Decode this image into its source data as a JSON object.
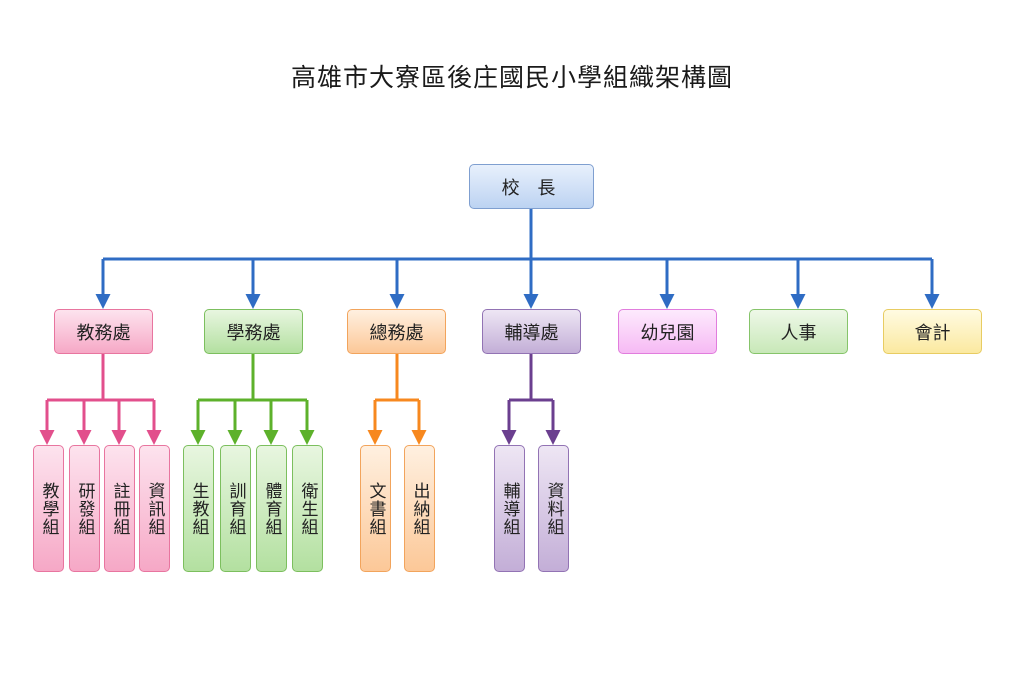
{
  "title": "高雄市大寮區後庄國民小學組織架構圖",
  "root": {
    "label": "校 長"
  },
  "departments": [
    {
      "label": "教務處",
      "color": "#e24f8c",
      "groups": [
        "教學組",
        "研發組",
        "註冊組",
        "資訊組"
      ]
    },
    {
      "label": "學務處",
      "color": "#5db12b",
      "groups": [
        "生教組",
        "訓育組",
        "體育組",
        "衛生組"
      ]
    },
    {
      "label": "總務處",
      "color": "#f7881f",
      "groups": [
        "文書組",
        "出納組"
      ]
    },
    {
      "label": "輔導處",
      "color": "#6b3f8f",
      "groups": [
        "輔導組",
        "資料組"
      ]
    },
    {
      "label": "幼兒園",
      "color": "#e17ddd",
      "groups": []
    },
    {
      "label": "人事",
      "color": "#86c46a",
      "groups": []
    },
    {
      "label": "會計",
      "color": "#e8cc62",
      "groups": []
    }
  ],
  "connector_color": "#2f6cc4"
}
